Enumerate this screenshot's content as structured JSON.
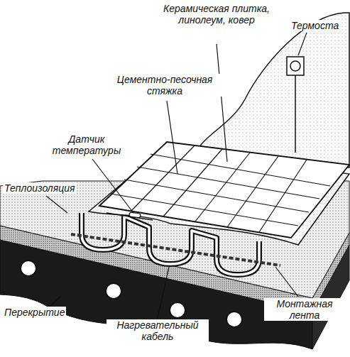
{
  "diagram": {
    "labels": [
      "Керамическая плитка, линолеум, ковер",
      "Термоста",
      "Цементно-песочная стяжка",
      "Датчик температуры",
      "Теплоизоляция",
      "Перекрытие",
      "Нагревательный кабель",
      "Монтажная лента"
    ]
  }
}
